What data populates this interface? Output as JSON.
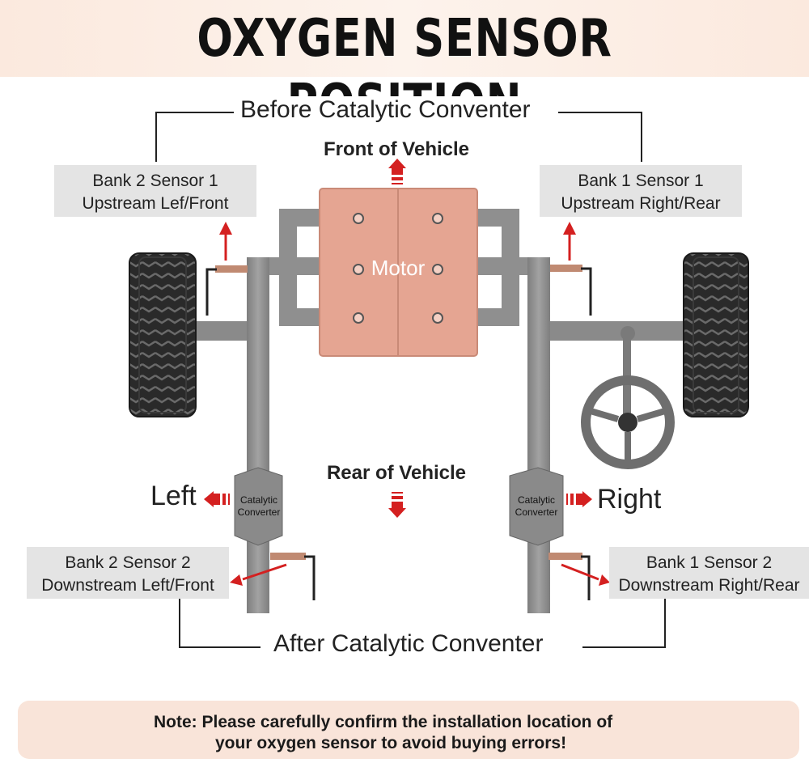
{
  "title": "OXYGEN SENSOR POSITION",
  "brackets": {
    "before": "Before Catalytic Conventer",
    "after": "After Catalytic Conventer"
  },
  "directions": {
    "front": "Front of Vehicle",
    "rear": "Rear of Vehicle",
    "left": "Left",
    "right": "Right"
  },
  "engine_label": "Motor",
  "converter_label": {
    "line1": "Catalytic",
    "line2": "Converter"
  },
  "sensors": {
    "b2s1": {
      "line1": "Bank 2 Sensor 1",
      "line2": "Upstream Lef/Front"
    },
    "b1s1": {
      "line1": "Bank 1 Sensor 1",
      "line2": "Upstream Right/Rear"
    },
    "b2s2": {
      "line1": "Bank 2 Sensor 2",
      "line2": "Downstream Left/Front"
    },
    "b1s2": {
      "line1": "Bank 1 Sensor 2",
      "line2": "Downstream Right/Rear"
    }
  },
  "note": {
    "prefix": "Note:",
    "line1": "Please carefully confirm the installation location of",
    "line2": "your oxygen sensor to avoid buying errors!"
  },
  "colors": {
    "arrow": "#d42020",
    "engine": "#e5a592",
    "pipe": "#8f8f8f",
    "label_box": "#e4e4e4",
    "note_bg": "#f9e4d9"
  }
}
